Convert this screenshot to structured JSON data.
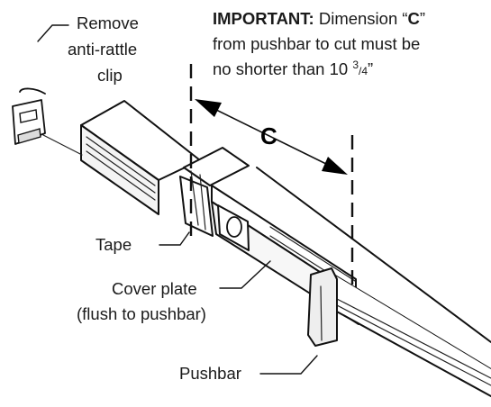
{
  "labels": {
    "remove_clip_line1": "Remove",
    "remove_clip_line2": "anti-rattle",
    "remove_clip_line3": "clip",
    "tape": "Tape",
    "cover_plate_line1": "Cover plate",
    "cover_plate_line2": "(flush to pushbar)",
    "pushbar": "Pushbar",
    "dimension_letter": "C"
  },
  "note": {
    "bold_prefix": "IMPORTANT:",
    "line1_rest": " Dimension “",
    "line1_letter": "C",
    "line1_close": "”",
    "line2": "from pushbar to cut must be",
    "line3_text": "no shorter than 10 ",
    "line3_num": "3",
    "line3_slash": "/",
    "line3_den": "4",
    "line3_close": "”"
  }
}
